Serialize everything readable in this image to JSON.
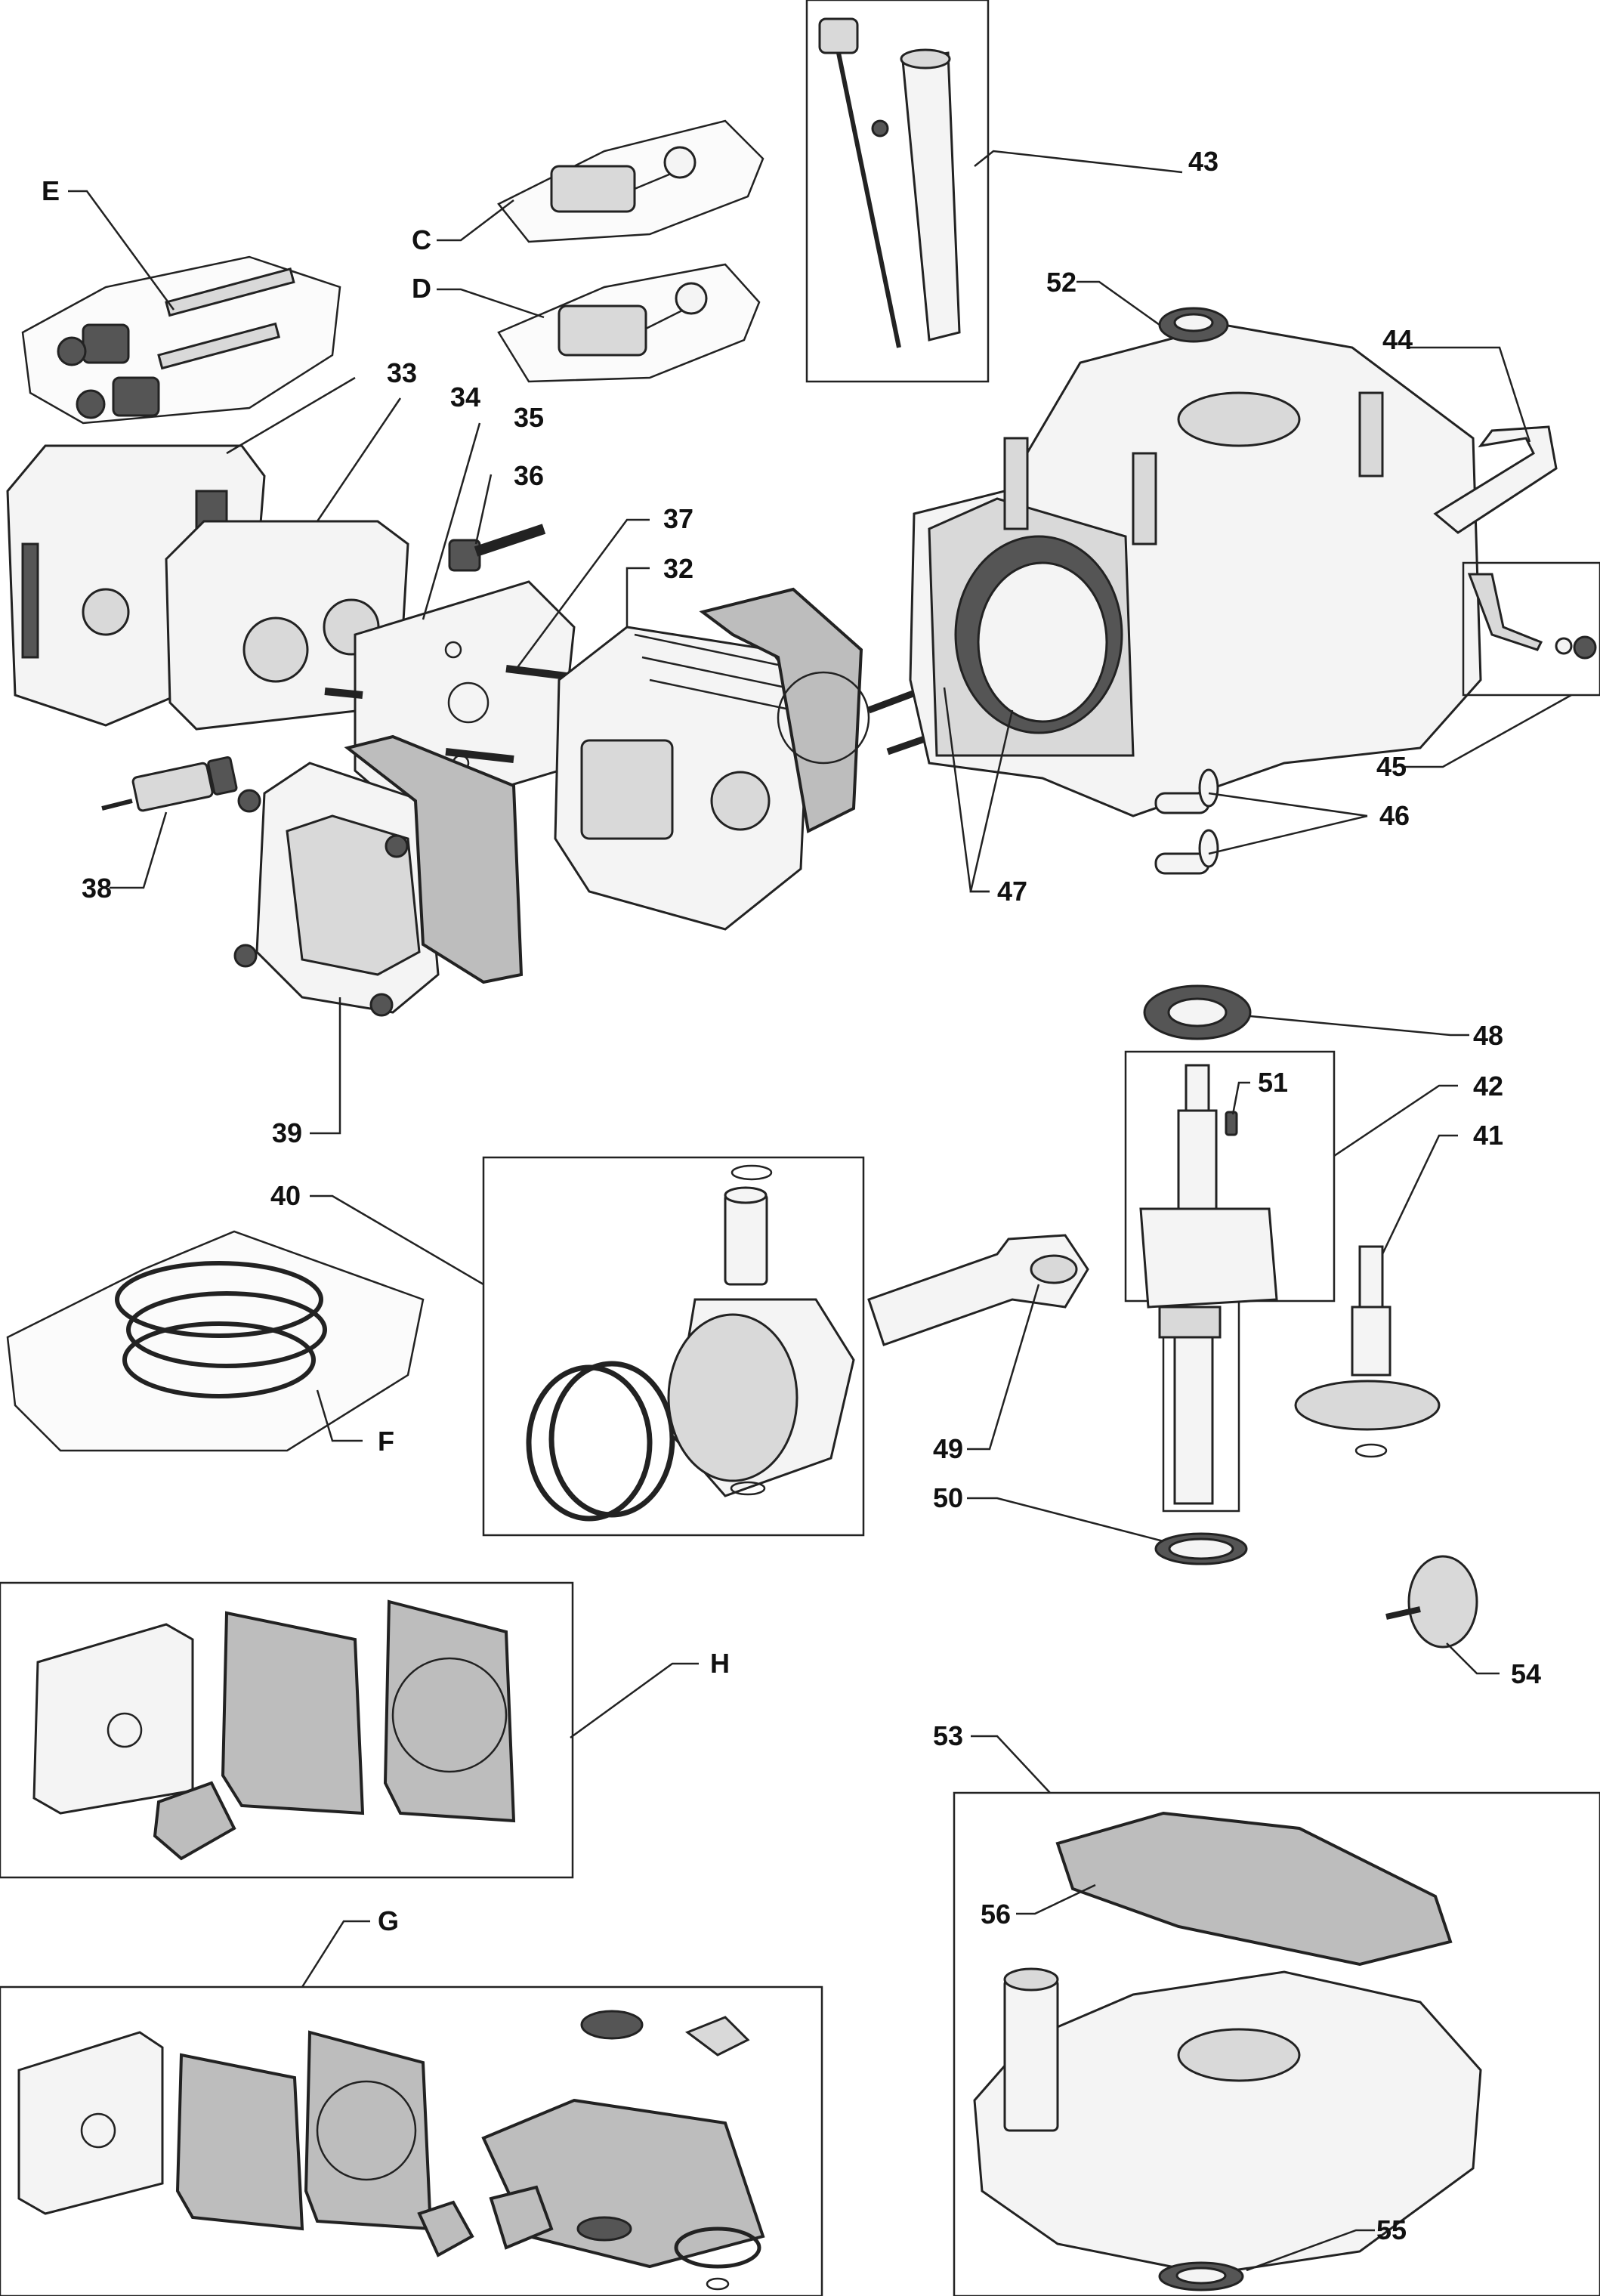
{
  "callouts": {
    "c32": "32",
    "c33": "33",
    "c34": "34",
    "c35": "35",
    "c36": "36",
    "c37": "37",
    "c38": "38",
    "c39": "39",
    "c40": "40",
    "c41": "41",
    "c42": "42",
    "c43": "43",
    "c44": "44",
    "c45": "45",
    "c46": "46",
    "c47": "47",
    "c48": "48",
    "c49": "49",
    "c50": "50",
    "c51": "51",
    "c52": "52",
    "c53": "53",
    "c54": "54",
    "c55": "55",
    "c56": "56",
    "cC": "C",
    "cD": "D",
    "cE": "E",
    "cF": "F",
    "cG": "G",
    "cH": "H"
  }
}
